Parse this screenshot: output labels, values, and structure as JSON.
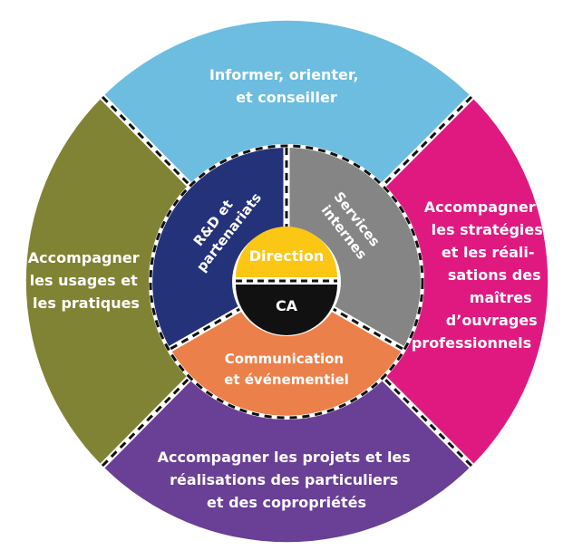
{
  "diagram": {
    "outer_segments": [
      {
        "id": "top",
        "lines": [
          "Informer, orienter,",
          "et conseiller"
        ],
        "color": "#6cbde0"
      },
      {
        "id": "right",
        "lines": [
          "Accompagner",
          "les stratégies",
          "et les réali-",
          "sations des",
          "maîtres",
          "d’ouvrages",
          "professionnels"
        ],
        "color": "#e01980"
      },
      {
        "id": "bottom",
        "lines": [
          "Accompagner les projets et les",
          "réalisations des particuliers",
          "et des copropriétés"
        ],
        "color": "#6a3f96"
      },
      {
        "id": "left",
        "lines": [
          "Accompagner",
          "les usages et",
          "les pratiques"
        ],
        "color": "#818334"
      }
    ],
    "middle_segments": [
      {
        "id": "rd",
        "lines": [
          "R&D et",
          "partenariats"
        ],
        "color": "#24327a"
      },
      {
        "id": "services",
        "lines": [
          "Services",
          "internes"
        ],
        "color": "#858585"
      },
      {
        "id": "communication",
        "lines": [
          "Communication",
          "et événementiel"
        ],
        "color": "#ec804a"
      }
    ],
    "core": {
      "top": {
        "label": "Direction",
        "color": "#fcc614"
      },
      "bottom": {
        "label": "CA",
        "color": "#111111"
      }
    }
  }
}
